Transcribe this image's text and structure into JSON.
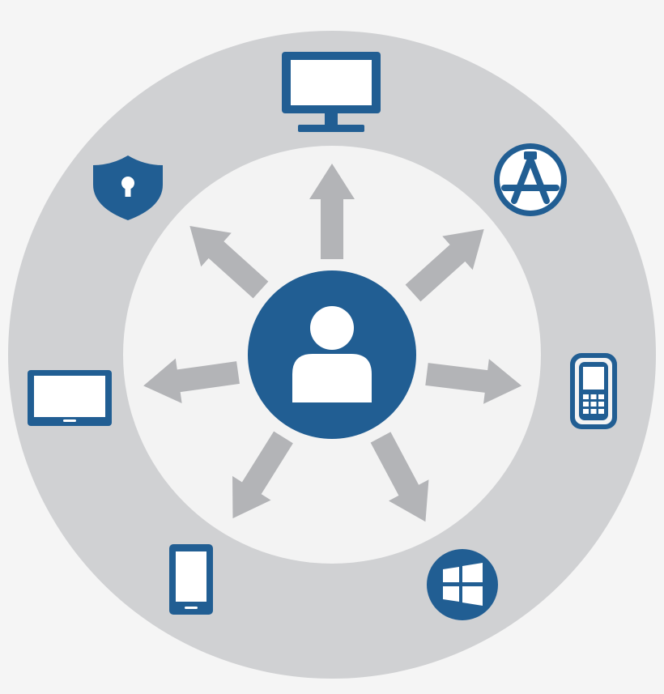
{
  "colors": {
    "background": "#f5f5f5",
    "outer_ring": "#d0d1d3",
    "inner_disc": "#f3f3f3",
    "arrow": "#b3b4b7",
    "primary": "#215e93",
    "white": "#ffffff"
  },
  "center": {
    "icon": "user-icon"
  },
  "devices": [
    {
      "icon": "desktop-monitor-icon"
    },
    {
      "icon": "app-store-icon"
    },
    {
      "icon": "rugged-handheld-icon"
    },
    {
      "icon": "windows-logo-icon"
    },
    {
      "icon": "smartphone-icon"
    },
    {
      "icon": "tablet-icon"
    },
    {
      "icon": "security-shield-icon"
    }
  ],
  "arrows": [
    {
      "direction": "up"
    },
    {
      "direction": "up-right"
    },
    {
      "direction": "right"
    },
    {
      "direction": "down-right"
    },
    {
      "direction": "down-left"
    },
    {
      "direction": "left"
    },
    {
      "direction": "up-left"
    }
  ]
}
